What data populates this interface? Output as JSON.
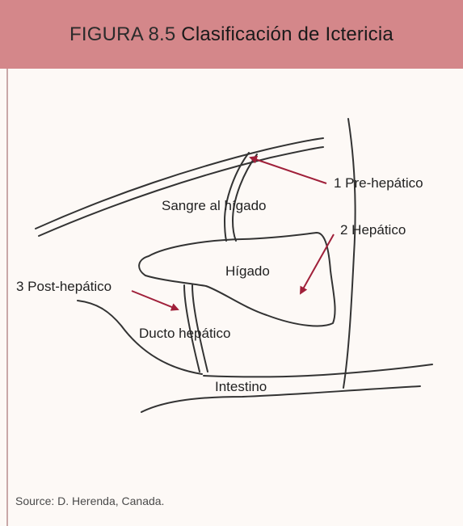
{
  "header": {
    "figure_number": "FIGURA 8.5",
    "figure_title": "Clasificación de Ictericia"
  },
  "diagram": {
    "labels": {
      "pre_hepatic": "1 Pre-hepático",
      "blood_to_liver": "Sangre al hígado",
      "hepatic": "2 Hepático",
      "liver": "Hígado",
      "post_hepatic": "3 Post-hepático",
      "hepatic_duct": "Ducto hepático",
      "intestine": "Intestino"
    }
  },
  "source": "Source: D. Herenda, Canada.",
  "colors": {
    "header_bg": "#d4878a",
    "arrow": "#a0203a",
    "line": "#333333",
    "background": "#fdf9f6"
  }
}
